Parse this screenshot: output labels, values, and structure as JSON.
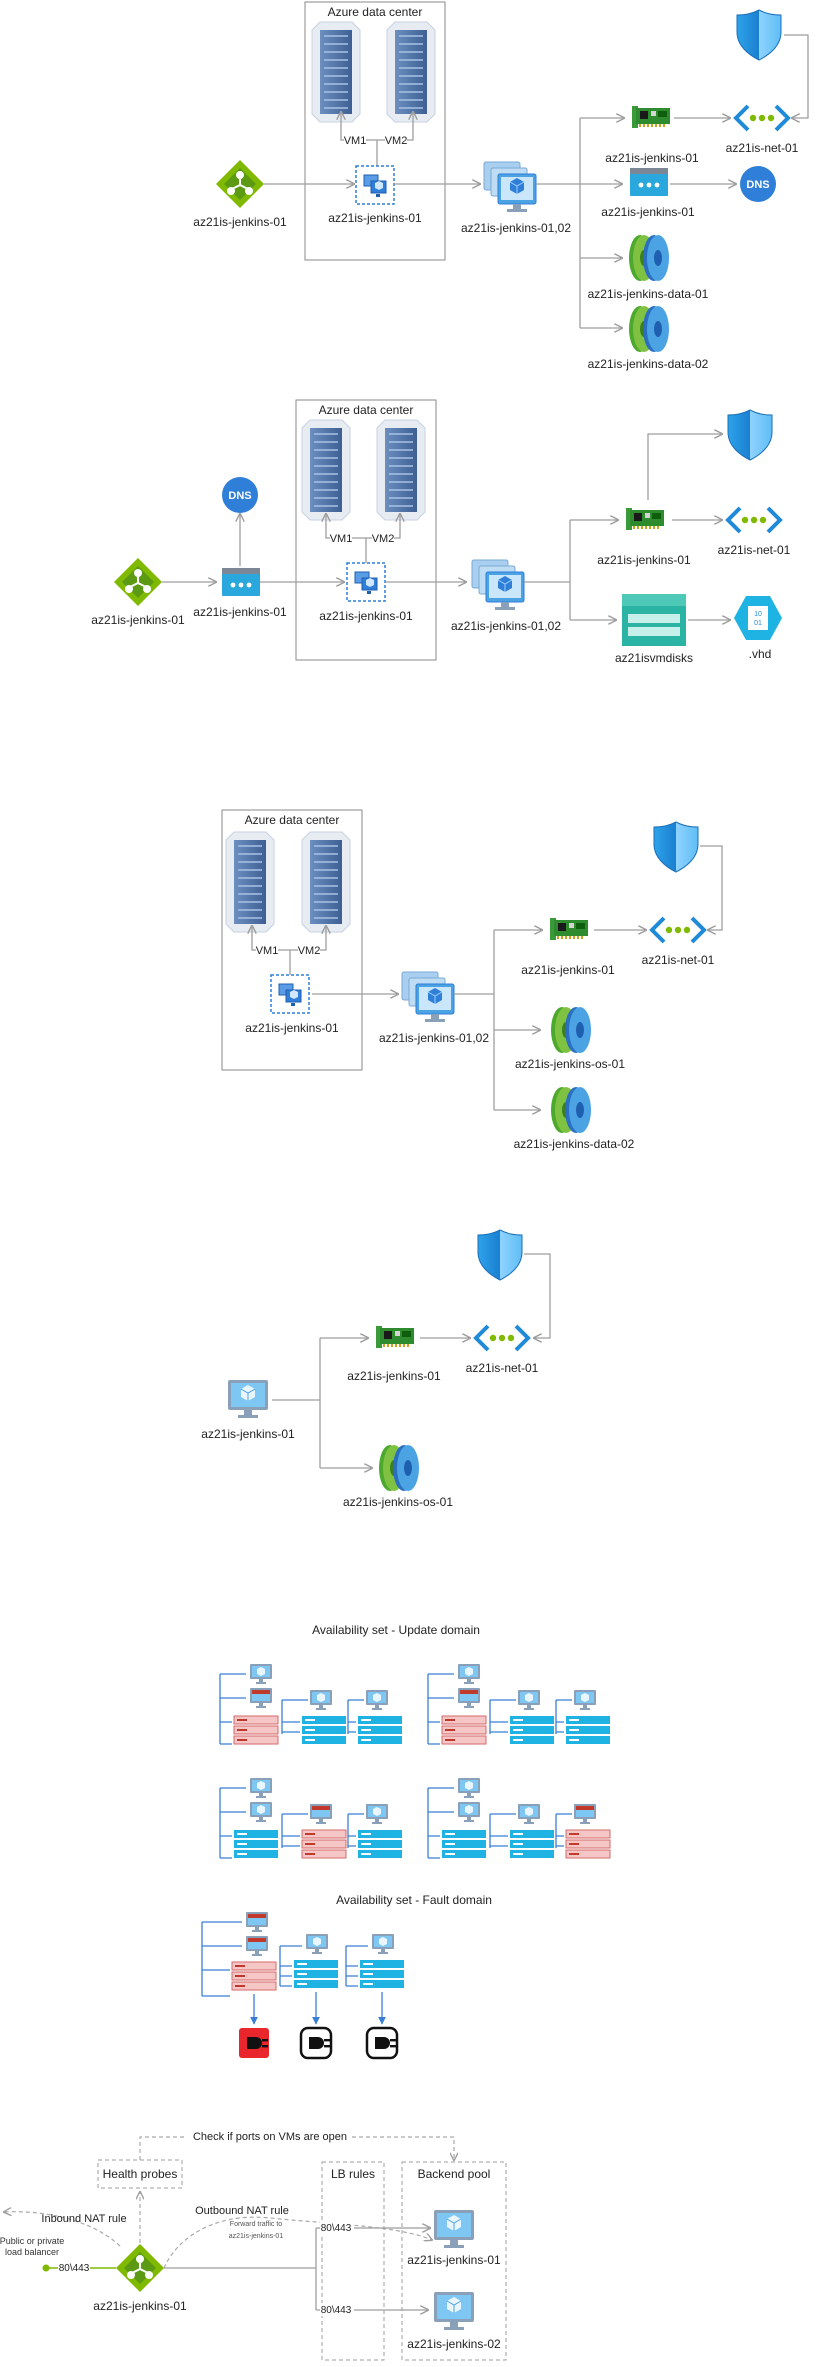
{
  "diagram1": {
    "container": "Azure data center",
    "vm1": "VM1",
    "vm2": "VM2",
    "lb_label": "az21is-jenkins-01",
    "avset_label": "az21is-jenkins-01",
    "vms_label": "az21is-jenkins-01,02",
    "nic_label": "az21is-jenkins-01",
    "vnet_label": "az21is-net-01",
    "pip_label": "az21is-jenkins-01",
    "dns_text": "DNS",
    "disk1_label": "az21is-jenkins-data-01",
    "disk2_label": "az21is-jenkins-data-02"
  },
  "diagram2": {
    "container": "Azure data center",
    "vm1": "VM1",
    "vm2": "VM2",
    "lb_label": "az21is-jenkins-01",
    "pip_label": "az21is-jenkins-01",
    "dns_text": "DNS",
    "avset_label": "az21is-jenkins-01",
    "vms_label": "az21is-jenkins-01,02",
    "nic_label": "az21is-jenkins-01",
    "vnet_label": "az21is-net-01",
    "storage_label": "az21isvmdisks",
    "vhd_label": ".vhd",
    "vhd_icon_text": "10\n01"
  },
  "diagram3": {
    "container": "Azure data center",
    "vm1": "VM1",
    "vm2": "VM2",
    "avset_label": "az21is-jenkins-01",
    "vms_label": "az21is-jenkins-01,02",
    "nic_label": "az21is-jenkins-01",
    "vnet_label": "az21is-net-01",
    "disk1_label": "az21is-jenkins-os-01",
    "disk2_label": "az21is-jenkins-data-02"
  },
  "diagram4": {
    "vm_label": "az21is-jenkins-01",
    "nic_label": "az21is-jenkins-01",
    "vnet_label": "az21is-net-01",
    "disk_label": "az21is-jenkins-os-01"
  },
  "update_domain": {
    "title": "Availability set - Update domain"
  },
  "fault_domain": {
    "title": "Availability set - Fault domain"
  },
  "diagram6": {
    "check_ports": "Check if ports on VMs are open",
    "health_probes": "Health probes",
    "lb_rules": "LB rules",
    "backend_pool": "Backend pool",
    "inbound_nat": "Inbound NAT rule",
    "outbound_nat": "Outbound NAT rule",
    "forward_1": "Forward traffic to",
    "forward_2": "az21is-jenkins-01",
    "public_1": "Public or private",
    "public_2": "load balancer",
    "port_in": "80\\443",
    "port_1": "80\\443",
    "port_2": "80\\443",
    "lb_label": "az21is-jenkins-01",
    "vm1_label": "az21is-jenkins-01",
    "vm2_label": "az21is-jenkins-02"
  },
  "colors": {
    "azure_blue": "#2f7ed8",
    "lb_green": "#7fba00",
    "nic_green": "#3a9a3a",
    "shield_blue": "#1e90d6",
    "cyan": "#1fb3e4",
    "red_server": "#e06a6a",
    "power_red": "#e8262b"
  }
}
